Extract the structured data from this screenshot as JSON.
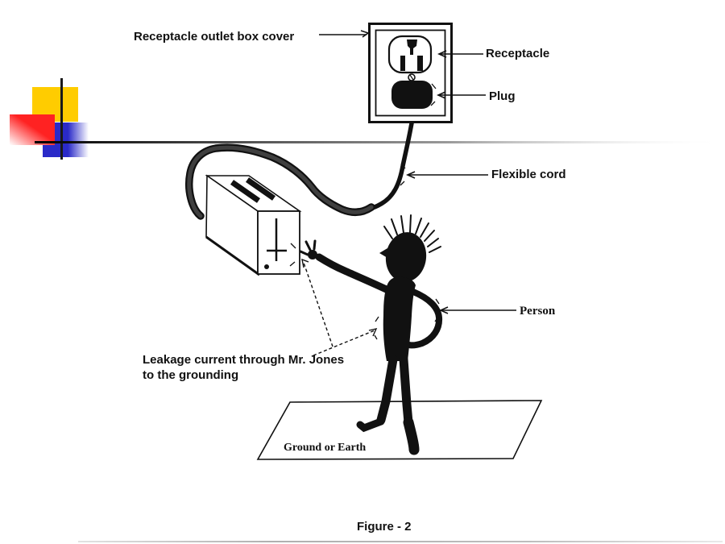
{
  "slide": {
    "labels": {
      "outlet_box_cover": "Receptacle outlet box cover",
      "receptacle": "Receptacle",
      "plug": "Plug",
      "flexible_cord": "Flexible cord",
      "person": "Person",
      "leakage_line1": "Leakage current through Mr. Jones",
      "leakage_line2": "to the grounding",
      "ground": "Ground or Earth",
      "figure_caption": "Figure - 2"
    },
    "colors": {
      "background": "#ffffff",
      "ink": "#111111",
      "cord_gray": "#3f3f3f",
      "accent_yellow": "#ffcc00",
      "accent_red": "#ff2222",
      "accent_blue": "#2a2ac8"
    }
  }
}
